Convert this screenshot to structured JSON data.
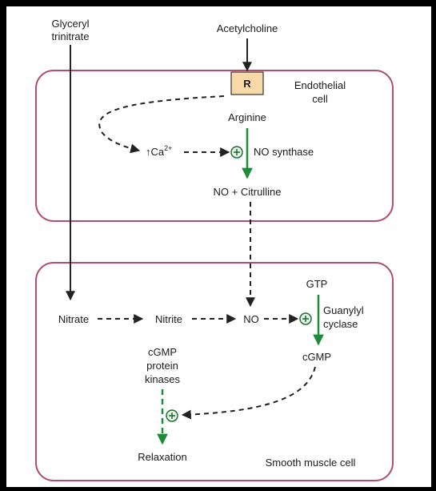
{
  "colors": {
    "cell_border": "#b0506c",
    "receptor_fill": "#f6d9a6",
    "stimulatory": "#1f8a3a",
    "arrow": "#222222"
  },
  "labels": {
    "glyceryl_line1": "Glyceryl",
    "glyceryl_line2": "trinitrate",
    "acetylcholine": "Acetylcholine",
    "receptor": "R",
    "endothelial_line1": "Endothelial",
    "endothelial_line2": "cell",
    "arginine": "Arginine",
    "calcium": "↑Ca",
    "calcium_sup": "2+",
    "no_synthase": "NO synthase",
    "no_citrulline": "NO + Citrulline",
    "nitrate": "Nitrate",
    "nitrite": "Nitrite",
    "no": "NO",
    "gtp": "GTP",
    "guanylyl_line1": "Guanylyl",
    "guanylyl_line2": "cyclase",
    "cgmp": "cGMP",
    "kinases_line1": "cGMP",
    "kinases_line2": "protein",
    "kinases_line3": "kinases",
    "relaxation": "Relaxation",
    "smooth_muscle": "Smooth muscle cell"
  },
  "icons": [
    "plus-circle-icon",
    "arrow-head-icon"
  ]
}
